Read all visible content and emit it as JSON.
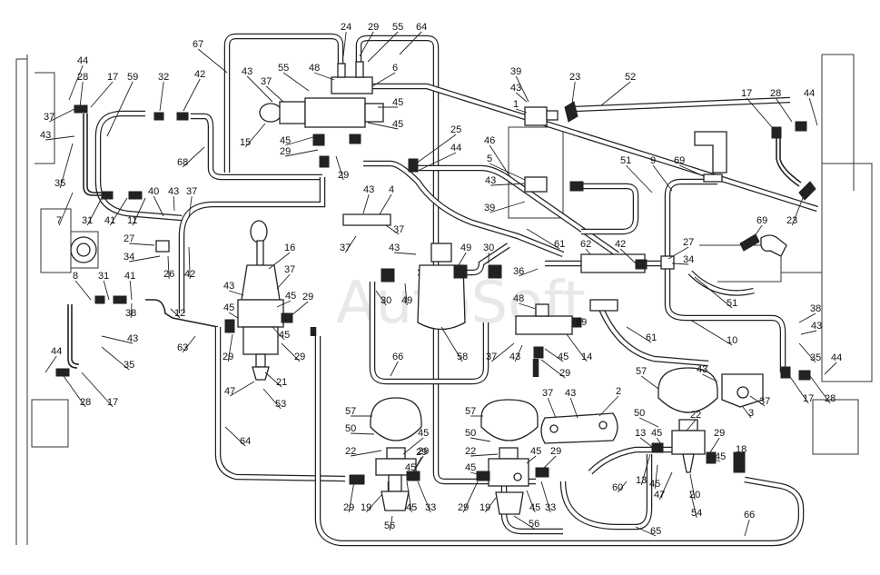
{
  "watermark": "AutoSoft",
  "callouts": [
    {
      "id": "c1",
      "text": "44"
    },
    {
      "id": "c2",
      "text": "28"
    },
    {
      "id": "c3",
      "text": "17"
    },
    {
      "id": "c4",
      "text": "59"
    },
    {
      "id": "c5",
      "text": "32"
    },
    {
      "id": "c6",
      "text": "42"
    },
    {
      "id": "c7",
      "text": "67"
    },
    {
      "id": "c8",
      "text": "24"
    },
    {
      "id": "c9",
      "text": "29"
    },
    {
      "id": "c10",
      "text": "55"
    },
    {
      "id": "c11",
      "text": "64"
    },
    {
      "id": "c12",
      "text": "55"
    },
    {
      "id": "c13",
      "text": "48"
    },
    {
      "id": "c14",
      "text": "6"
    },
    {
      "id": "c15",
      "text": "43"
    },
    {
      "id": "c16",
      "text": "37"
    },
    {
      "id": "c17",
      "text": "45"
    },
    {
      "id": "c18",
      "text": "45"
    },
    {
      "id": "c19",
      "text": "15"
    },
    {
      "id": "c20",
      "text": "45"
    },
    {
      "id": "c21",
      "text": "29"
    },
    {
      "id": "c22",
      "text": "29"
    },
    {
      "id": "c23",
      "text": "68"
    },
    {
      "id": "c24",
      "text": "37"
    },
    {
      "id": "c25",
      "text": "43"
    },
    {
      "id": "c26",
      "text": "35"
    },
    {
      "id": "c27",
      "text": "7"
    },
    {
      "id": "c28",
      "text": "31"
    },
    {
      "id": "c29",
      "text": "41"
    },
    {
      "id": "c30",
      "text": "11"
    },
    {
      "id": "c31",
      "text": "40"
    },
    {
      "id": "c32",
      "text": "43"
    },
    {
      "id": "c33",
      "text": "37"
    },
    {
      "id": "c34",
      "text": "27"
    },
    {
      "id": "c35",
      "text": "34"
    },
    {
      "id": "c36",
      "text": "26"
    },
    {
      "id": "c37",
      "text": "42"
    },
    {
      "id": "c38",
      "text": "8"
    },
    {
      "id": "c39",
      "text": "31"
    },
    {
      "id": "c40",
      "text": "41"
    },
    {
      "id": "c41",
      "text": "38"
    },
    {
      "id": "c42",
      "text": "12"
    },
    {
      "id": "c43",
      "text": "43"
    },
    {
      "id": "c44",
      "text": "35"
    },
    {
      "id": "c45",
      "text": "44"
    },
    {
      "id": "c46",
      "text": "28"
    },
    {
      "id": "c47",
      "text": "17"
    },
    {
      "id": "c48",
      "text": "63"
    },
    {
      "id": "c49",
      "text": "16"
    },
    {
      "id": "c50",
      "text": "37"
    },
    {
      "id": "c51",
      "text": "43"
    },
    {
      "id": "c52",
      "text": "45"
    },
    {
      "id": "c53",
      "text": "29"
    },
    {
      "id": "c54",
      "text": "45"
    },
    {
      "id": "c55",
      "text": "29"
    },
    {
      "id": "c56",
      "text": "45"
    },
    {
      "id": "c57",
      "text": "29"
    },
    {
      "id": "c58",
      "text": "21"
    },
    {
      "id": "c59",
      "text": "47"
    },
    {
      "id": "c60",
      "text": "53"
    },
    {
      "id": "c61",
      "text": "64"
    },
    {
      "id": "c62",
      "text": "43"
    },
    {
      "id": "c63",
      "text": "4"
    },
    {
      "id": "c64",
      "text": "37"
    },
    {
      "id": "c65",
      "text": "37"
    },
    {
      "id": "c66",
      "text": "43"
    },
    {
      "id": "c67",
      "text": "49"
    },
    {
      "id": "c68",
      "text": "30"
    },
    {
      "id": "c69",
      "text": "30"
    },
    {
      "id": "c70",
      "text": "49"
    },
    {
      "id": "c71",
      "text": "58"
    },
    {
      "id": "c72",
      "text": "66"
    },
    {
      "id": "c73",
      "text": "25"
    },
    {
      "id": "c74",
      "text": "44"
    },
    {
      "id": "c75",
      "text": "39"
    },
    {
      "id": "c76",
      "text": "43"
    },
    {
      "id": "c77",
      "text": "1"
    },
    {
      "id": "c78",
      "text": "46"
    },
    {
      "id": "c79",
      "text": "5"
    },
    {
      "id": "c80",
      "text": "43"
    },
    {
      "id": "c81",
      "text": "39"
    },
    {
      "id": "c82",
      "text": "23"
    },
    {
      "id": "c83",
      "text": "52"
    },
    {
      "id": "c84",
      "text": "61"
    },
    {
      "id": "c85",
      "text": "62"
    },
    {
      "id": "c86",
      "text": "36"
    },
    {
      "id": "c87",
      "text": "48"
    },
    {
      "id": "c88",
      "text": "69"
    },
    {
      "id": "c89",
      "text": "37"
    },
    {
      "id": "c90",
      "text": "43"
    },
    {
      "id": "c91",
      "text": "45"
    },
    {
      "id": "c92",
      "text": "14"
    },
    {
      "id": "c93",
      "text": "29"
    },
    {
      "id": "c94",
      "text": "42"
    },
    {
      "id": "c95",
      "text": "27"
    },
    {
      "id": "c96",
      "text": "34"
    },
    {
      "id": "c97",
      "text": "51"
    },
    {
      "id": "c98",
      "text": "9"
    },
    {
      "id": "c99",
      "text": "69"
    },
    {
      "id": "c100",
      "text": "17"
    },
    {
      "id": "c101",
      "text": "28"
    },
    {
      "id": "c102",
      "text": "44"
    },
    {
      "id": "c103",
      "text": "23"
    },
    {
      "id": "c104",
      "text": "69"
    },
    {
      "id": "c105",
      "text": "51"
    },
    {
      "id": "c106",
      "text": "10"
    },
    {
      "id": "c107",
      "text": "61"
    },
    {
      "id": "c108",
      "text": "38"
    },
    {
      "id": "c109",
      "text": "43"
    },
    {
      "id": "c110",
      "text": "35"
    },
    {
      "id": "c111",
      "text": "44"
    },
    {
      "id": "c112",
      "text": "17"
    },
    {
      "id": "c113",
      "text": "28"
    },
    {
      "id": "c114",
      "text": "57"
    },
    {
      "id": "c115",
      "text": "43"
    },
    {
      "id": "c116",
      "text": "37"
    },
    {
      "id": "c117",
      "text": "3"
    },
    {
      "id": "c118",
      "text": "50"
    },
    {
      "id": "c119",
      "text": "13"
    },
    {
      "id": "c120",
      "text": "45"
    },
    {
      "id": "c121",
      "text": "22"
    },
    {
      "id": "c122",
      "text": "29"
    },
    {
      "id": "c123",
      "text": "18"
    },
    {
      "id": "c124",
      "text": "45"
    },
    {
      "id": "c125",
      "text": "47"
    },
    {
      "id": "c126",
      "text": "13"
    },
    {
      "id": "c127",
      "text": "20"
    },
    {
      "id": "c128",
      "text": "45"
    },
    {
      "id": "c129",
      "text": "54"
    },
    {
      "id": "c130",
      "text": "60"
    },
    {
      "id": "c131",
      "text": "65"
    },
    {
      "id": "c132",
      "text": "66"
    },
    {
      "id": "c133",
      "text": "37"
    },
    {
      "id": "c134",
      "text": "43"
    },
    {
      "id": "c135",
      "text": "2"
    },
    {
      "id": "c136",
      "text": "57"
    },
    {
      "id": "c137",
      "text": "50"
    },
    {
      "id": "c138",
      "text": "22"
    },
    {
      "id": "c139",
      "text": "45"
    },
    {
      "id": "c140",
      "text": "29"
    },
    {
      "id": "c141",
      "text": "45"
    },
    {
      "id": "c142",
      "text": "29"
    },
    {
      "id": "c143",
      "text": "19"
    },
    {
      "id": "c144",
      "text": "45"
    },
    {
      "id": "c145",
      "text": "33"
    },
    {
      "id": "c146",
      "text": "56"
    },
    {
      "id": "c147",
      "text": "57"
    },
    {
      "id": "c148",
      "text": "50"
    },
    {
      "id": "c149",
      "text": "22"
    },
    {
      "id": "c150",
      "text": "45"
    },
    {
      "id": "c151",
      "text": "29"
    },
    {
      "id": "c152",
      "text": "45"
    },
    {
      "id": "c153",
      "text": "29"
    },
    {
      "id": "c154",
      "text": "19"
    },
    {
      "id": "c155",
      "text": "45"
    },
    {
      "id": "c156",
      "text": "33"
    },
    {
      "id": "c157",
      "text": "56"
    },
    {
      "id": "c158",
      "text": "29"
    }
  ]
}
